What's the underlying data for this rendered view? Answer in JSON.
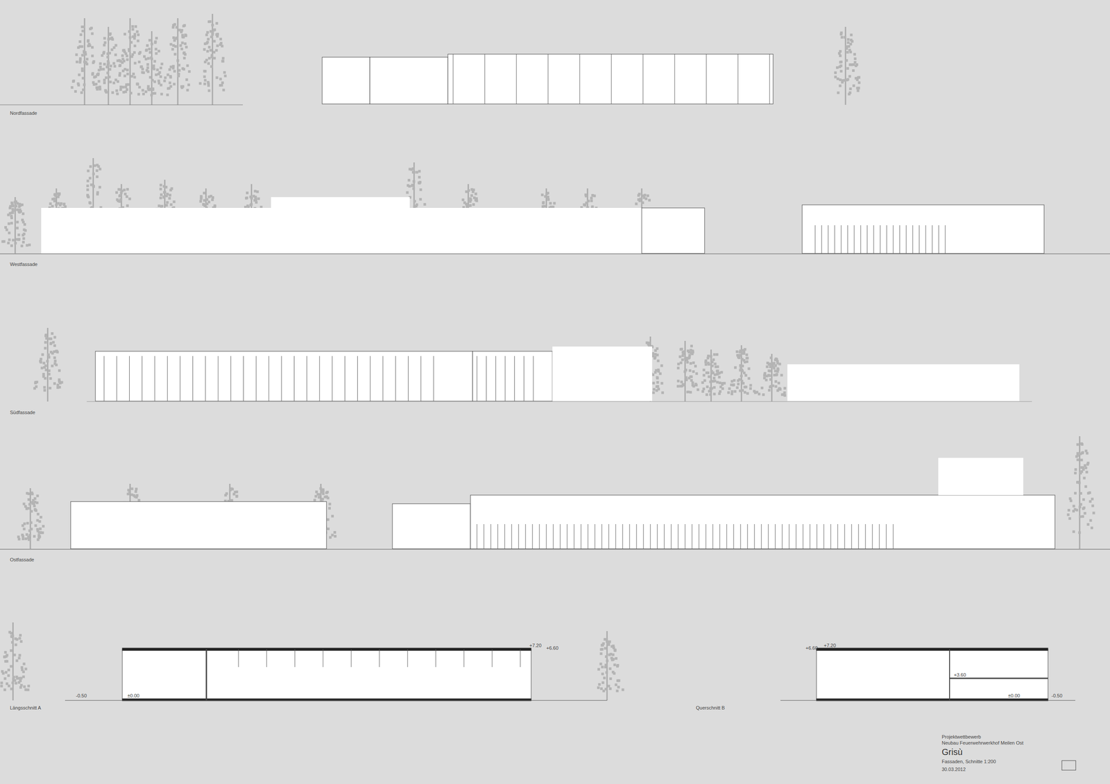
{
  "diagram": {
    "labels": [
      "Nordfassade",
      "Westfassade",
      "Südfassade",
      "Ostfassade",
      "Längsschnitt A",
      "Querschnitt B",
      "+7.20",
      "+6.60",
      "±0.00",
      "-0.50",
      "+6.60",
      "+7.20",
      "+3.60",
      "±0.00",
      "-0.50",
      "Projektwettbewerb",
      "Neubau Feuerwehrwerkhof Meilen Ost",
      "Grisù",
      "Fassaden, Schnitte 1:200",
      "30.03.2012"
    ]
  }
}
